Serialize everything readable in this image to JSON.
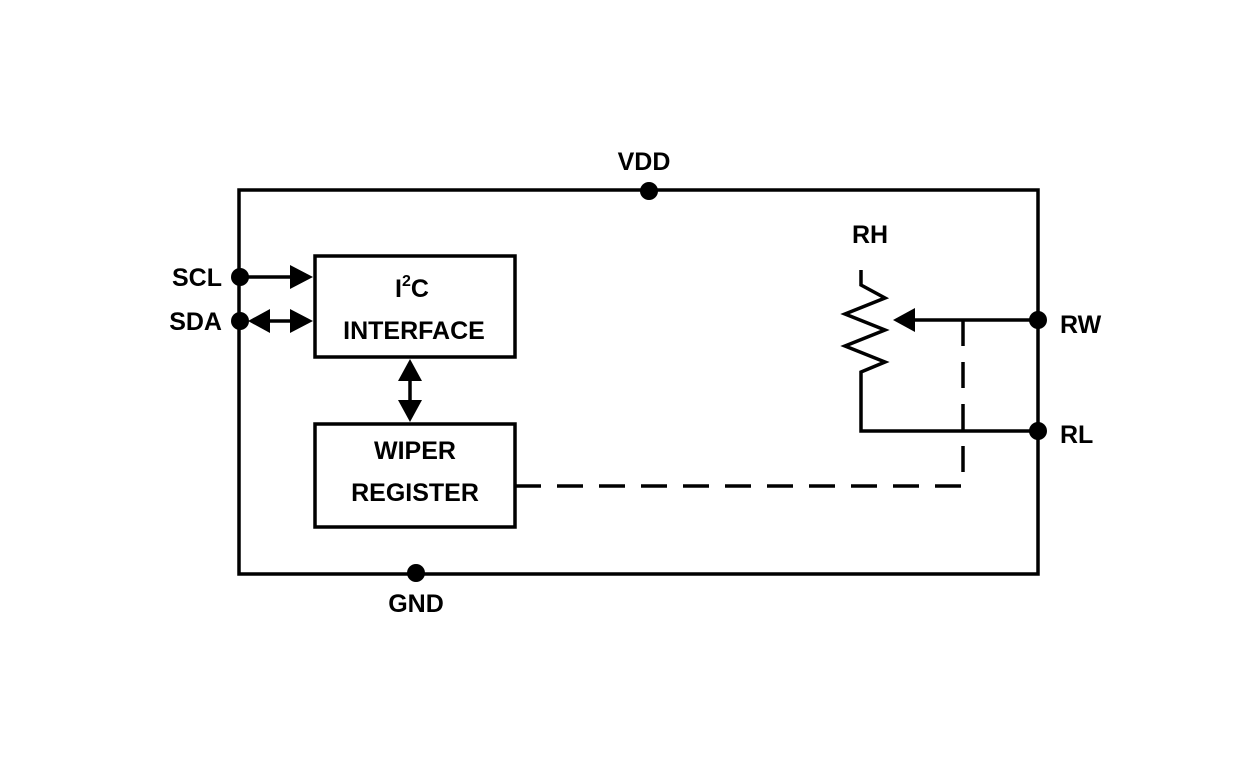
{
  "pins": {
    "vdd": "VDD",
    "gnd": "GND",
    "scl": "SCL",
    "sda": "SDA",
    "rh": "RH",
    "rw": "RW",
    "rl": "RL"
  },
  "blocks": {
    "i2c": {
      "line1_prefix": "I",
      "line1_superscript": "2",
      "line1_suffix": "C",
      "line2": "INTERFACE"
    },
    "wiper": {
      "line1": "WIPER",
      "line2": "REGISTER"
    }
  }
}
